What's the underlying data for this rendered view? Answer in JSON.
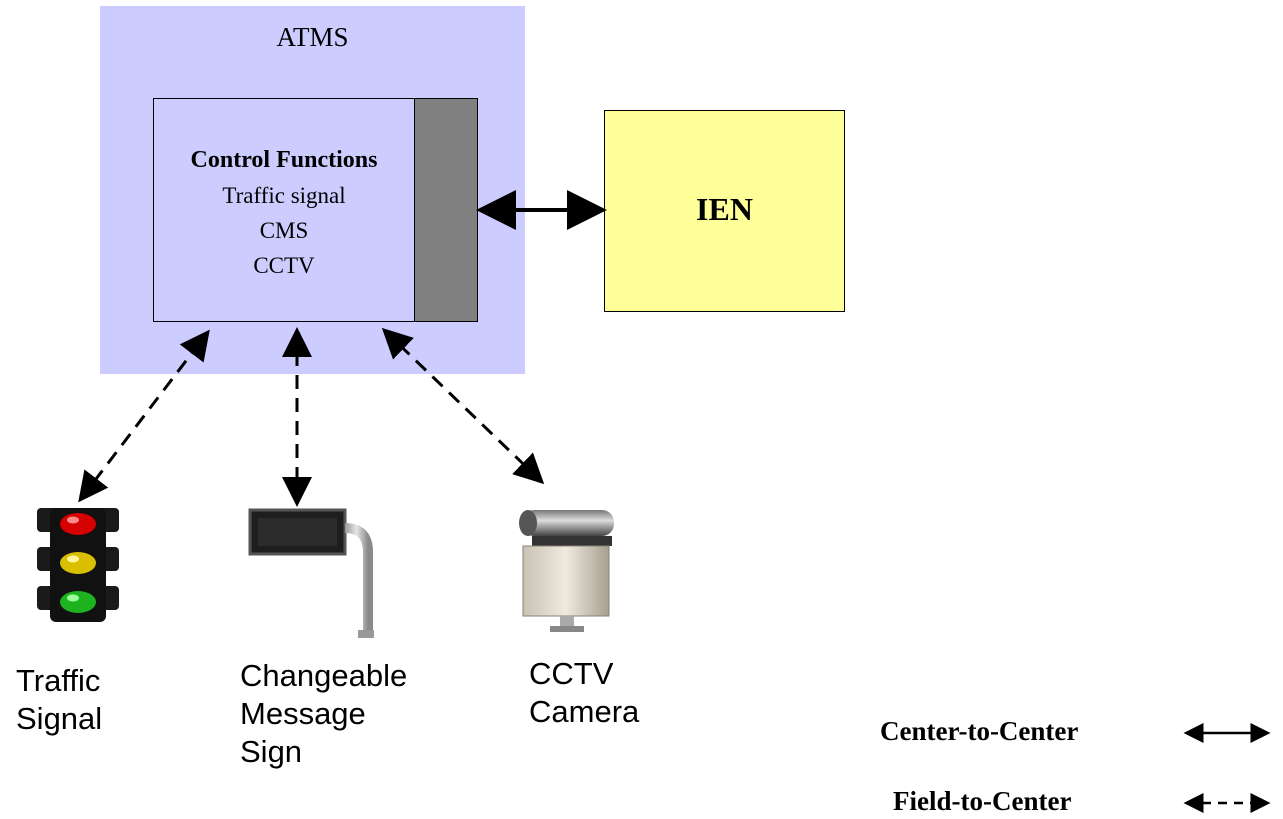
{
  "atms": {
    "title": "ATMS"
  },
  "control_functions": {
    "title": "Control Functions",
    "items": [
      "Traffic signal",
      "CMS",
      "CCTV"
    ]
  },
  "ien": {
    "label": "IEN"
  },
  "devices": [
    {
      "label_line1": "Traffic",
      "label_line2": "Signal",
      "label_line3": ""
    },
    {
      "label_line1": "Changeable",
      "label_line2": "Message",
      "label_line3": "Sign"
    },
    {
      "label_line1": "CCTV",
      "label_line2": "Camera",
      "label_line3": ""
    }
  ],
  "legend": {
    "center_to_center": "Center-to-Center",
    "field_to_center": "Field-to-Center"
  }
}
